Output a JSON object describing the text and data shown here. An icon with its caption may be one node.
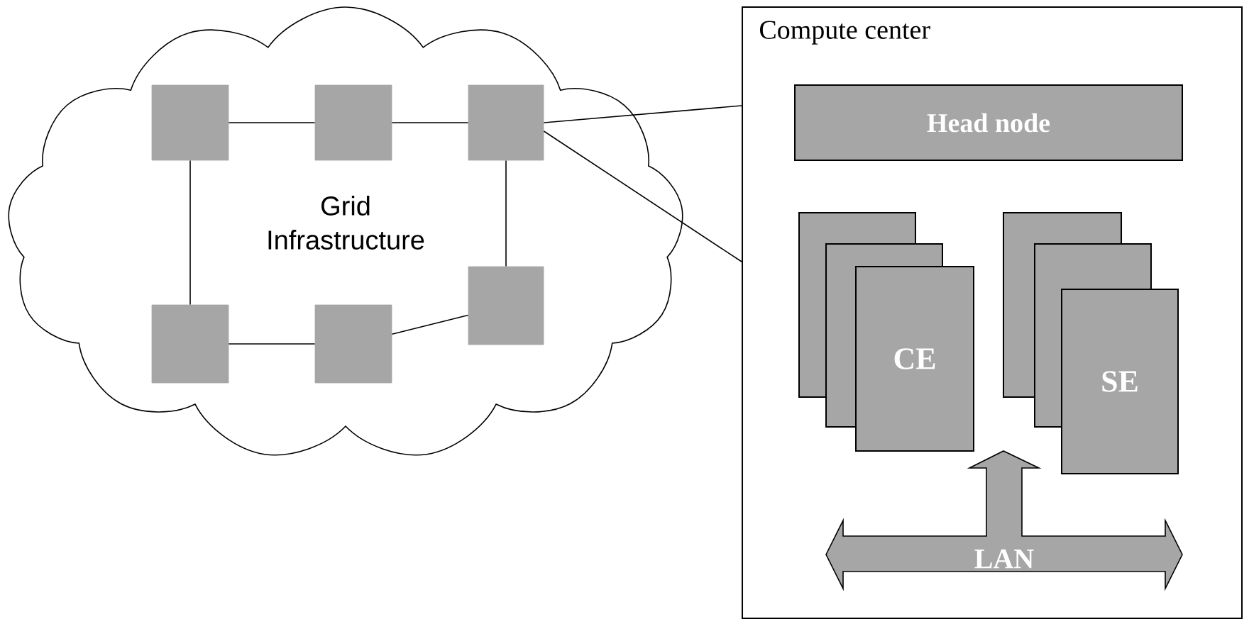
{
  "diagram": {
    "nodes": [
      {
        "text": [
          "Grid Infrastructure"
        ]
      },
      {
        "text": [],
        "shape": "box",
        "in": 0
      },
      {
        "text": [],
        "shape": "box",
        "in": 0
      },
      {
        "text": [],
        "shape": "box",
        "in": 0
      },
      {
        "text": [],
        "shape": "box",
        "in": 0
      },
      {
        "text": [],
        "shape": "box",
        "in": 0
      },
      {
        "text": [],
        "shape": "box",
        "in": 0
      },
      {
        "text": [
          "Compute center"
        ]
      },
      {
        "text": [
          "Head node"
        ],
        "in": 7
      },
      {
        "text": [
          "CE"
        ],
        "in": 7
      },
      {
        "text": [
          "SE"
        ],
        "in": 7
      },
      {
        "text": [
          "LAN"
        ],
        "in": 7
      }
    ],
    "edges": [
      {
        "from": 1,
        "to": 2,
        "arrow": "none"
      },
      {
        "from": 2,
        "to": 3,
        "arrow": "none"
      },
      {
        "from": 1,
        "to": 4,
        "arrow": "none"
      },
      {
        "from": 3,
        "to": 6,
        "arrow": "none"
      },
      {
        "from": 4,
        "to": 5,
        "arrow": "none"
      },
      {
        "from": 5,
        "to": 6,
        "arrow": "none"
      },
      {
        "from": 3,
        "to": 7,
        "arrow": "none"
      },
      {
        "from": 3,
        "to": 7,
        "arrow": "none"
      }
    ]
  }
}
